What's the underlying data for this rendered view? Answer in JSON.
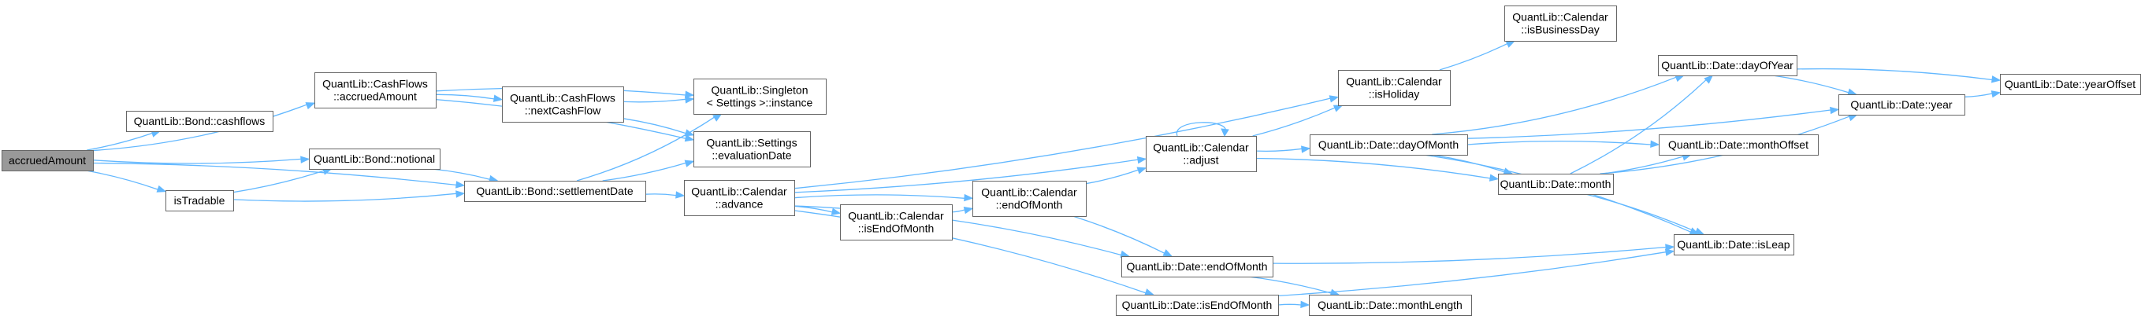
{
  "graph": {
    "title": "",
    "root": "accruedAmount",
    "edge_color": "#63b8ff",
    "node_border_color": "#666666",
    "root_fill_color": "#999999",
    "nodes": [
      {
        "id": "accruedAmount",
        "lines": [
          "accruedAmount"
        ]
      },
      {
        "id": "cf_accrued",
        "lines": [
          "QuantLib::CashFlows",
          "::accruedAmount"
        ]
      },
      {
        "id": "bond_cashflows",
        "lines": [
          "QuantLib::Bond::cashflows"
        ]
      },
      {
        "id": "bond_notional",
        "lines": [
          "QuantLib::Bond::notional"
        ]
      },
      {
        "id": "isTradable",
        "lines": [
          "isTradable"
        ]
      },
      {
        "id": "bond_settle",
        "lines": [
          "QuantLib::Bond::settlementDate"
        ]
      },
      {
        "id": "cf_next",
        "lines": [
          "QuantLib::CashFlows",
          "::nextCashFlow"
        ]
      },
      {
        "id": "singleton",
        "lines": [
          "QuantLib::Singleton",
          "< Settings >::instance"
        ]
      },
      {
        "id": "settings_eval",
        "lines": [
          "QuantLib::Settings",
          "::evaluationDate"
        ]
      },
      {
        "id": "cal_advance",
        "lines": [
          "QuantLib::Calendar",
          "::advance"
        ]
      },
      {
        "id": "cal_iseom",
        "lines": [
          "QuantLib::Calendar",
          "::isEndOfMonth"
        ]
      },
      {
        "id": "cal_eom",
        "lines": [
          "QuantLib::Calendar",
          "::endOfMonth"
        ]
      },
      {
        "id": "cal_adjust",
        "lines": [
          "QuantLib::Calendar",
          "::adjust"
        ]
      },
      {
        "id": "cal_holiday",
        "lines": [
          "QuantLib::Calendar",
          "::isHoliday"
        ]
      },
      {
        "id": "cal_business",
        "lines": [
          "QuantLib::Calendar",
          "::isBusinessDay"
        ]
      },
      {
        "id": "date_dom",
        "lines": [
          "QuantLib::Date::dayOfMonth"
        ]
      },
      {
        "id": "date_eom",
        "lines": [
          "QuantLib::Date::endOfMonth"
        ]
      },
      {
        "id": "date_iseom",
        "lines": [
          "QuantLib::Date::isEndOfMonth"
        ]
      },
      {
        "id": "date_mlen",
        "lines": [
          "QuantLib::Date::monthLength"
        ]
      },
      {
        "id": "date_month",
        "lines": [
          "QuantLib::Date::month"
        ]
      },
      {
        "id": "date_doy",
        "lines": [
          "QuantLib::Date::dayOfYear"
        ]
      },
      {
        "id": "date_moff",
        "lines": [
          "QuantLib::Date::monthOffset"
        ]
      },
      {
        "id": "date_year",
        "lines": [
          "QuantLib::Date::year"
        ]
      },
      {
        "id": "date_yoff",
        "lines": [
          "QuantLib::Date::yearOffset"
        ]
      },
      {
        "id": "date_leap",
        "lines": [
          "QuantLib::Date::isLeap"
        ]
      }
    ],
    "edges": [
      {
        "from": "accruedAmount",
        "to": "cf_accrued"
      },
      {
        "from": "accruedAmount",
        "to": "bond_cashflows"
      },
      {
        "from": "accruedAmount",
        "to": "bond_notional"
      },
      {
        "from": "accruedAmount",
        "to": "isTradable"
      },
      {
        "from": "accruedAmount",
        "to": "bond_settle"
      },
      {
        "from": "cf_accrued",
        "to": "cf_next"
      },
      {
        "from": "cf_accrued",
        "to": "singleton"
      },
      {
        "from": "cf_accrued",
        "to": "settings_eval"
      },
      {
        "from": "cf_next",
        "to": "singleton"
      },
      {
        "from": "cf_next",
        "to": "settings_eval"
      },
      {
        "from": "isTradable",
        "to": "bond_notional"
      },
      {
        "from": "isTradable",
        "to": "bond_settle"
      },
      {
        "from": "bond_notional",
        "to": "bond_settle"
      },
      {
        "from": "bond_settle",
        "to": "singleton"
      },
      {
        "from": "bond_settle",
        "to": "settings_eval"
      },
      {
        "from": "bond_settle",
        "to": "cal_advance"
      },
      {
        "from": "cal_advance",
        "to": "cal_holiday"
      },
      {
        "from": "cal_advance",
        "to": "cal_adjust"
      },
      {
        "from": "cal_advance",
        "to": "cal_iseom"
      },
      {
        "from": "cal_advance",
        "to": "cal_eom"
      },
      {
        "from": "cal_advance",
        "to": "date_eom"
      },
      {
        "from": "cal_advance",
        "to": "date_iseom"
      },
      {
        "from": "cal_iseom",
        "to": "cal_eom"
      },
      {
        "from": "cal_eom",
        "to": "cal_adjust"
      },
      {
        "from": "cal_eom",
        "to": "date_eom"
      },
      {
        "from": "cal_adjust",
        "to": "cal_adjust"
      },
      {
        "from": "cal_adjust",
        "to": "cal_holiday"
      },
      {
        "from": "cal_adjust",
        "to": "date_dom"
      },
      {
        "from": "cal_adjust",
        "to": "date_month"
      },
      {
        "from": "cal_holiday",
        "to": "cal_business"
      },
      {
        "from": "date_dom",
        "to": "date_doy"
      },
      {
        "from": "date_dom",
        "to": "date_year"
      },
      {
        "from": "date_dom",
        "to": "date_moff"
      },
      {
        "from": "date_dom",
        "to": "date_month"
      },
      {
        "from": "date_dom",
        "to": "date_leap"
      },
      {
        "from": "date_month",
        "to": "date_doy"
      },
      {
        "from": "date_month",
        "to": "date_moff"
      },
      {
        "from": "date_month",
        "to": "date_year"
      },
      {
        "from": "date_month",
        "to": "date_leap"
      },
      {
        "from": "date_doy",
        "to": "date_year"
      },
      {
        "from": "date_doy",
        "to": "date_yoff"
      },
      {
        "from": "date_year",
        "to": "date_yoff"
      },
      {
        "from": "date_eom",
        "to": "date_mlen"
      },
      {
        "from": "date_eom",
        "to": "date_leap"
      },
      {
        "from": "date_iseom",
        "to": "date_mlen"
      },
      {
        "from": "date_iseom",
        "to": "date_leap"
      }
    ]
  }
}
